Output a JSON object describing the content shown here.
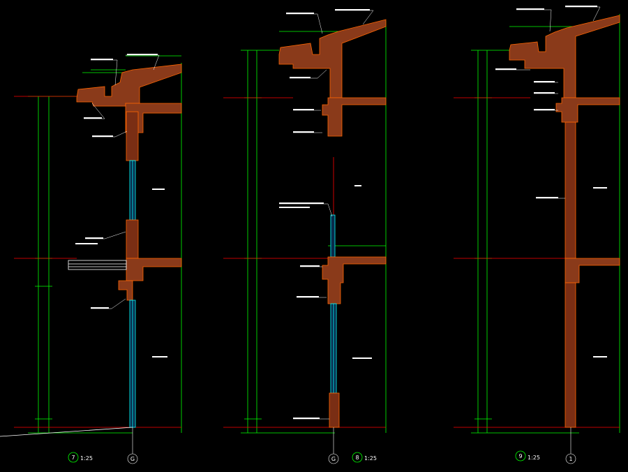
{
  "colors": {
    "background": "#000000",
    "dimension": "#00ff00",
    "level": "#ff0000",
    "wall": "#ff6600",
    "glazing": "#00ffff",
    "text": "#ffffff",
    "fill_brown": "#8a3a1a"
  },
  "details": [
    {
      "id": "7",
      "scale": "1:25",
      "axis": "G"
    },
    {
      "id": "8",
      "scale": "1:25",
      "axis": "G"
    },
    {
      "id": "9",
      "scale": "1:25",
      "axis": "1"
    }
  ]
}
